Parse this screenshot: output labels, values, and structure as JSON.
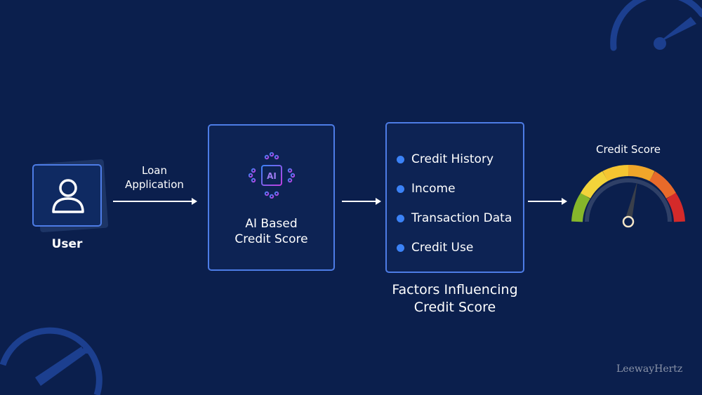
{
  "user": {
    "label": "User",
    "icon": "user-icon"
  },
  "arrow1": {
    "line1": "Loan",
    "line2": "Application"
  },
  "ai_box": {
    "line1": "AI Based",
    "line2": "Credit Score",
    "icon": "ai-chip-icon",
    "chip_text": "AI"
  },
  "factors": {
    "items": [
      "Credit History",
      "Income",
      "Transaction Data",
      "Credit Use"
    ],
    "caption_line1": "Factors Influencing",
    "caption_line2": "Credit Score"
  },
  "gauge": {
    "label": "Credit Score",
    "icon": "credit-score-gauge-icon"
  },
  "watermark": "LeewayHertz",
  "colors": {
    "background": "#0b1f4d",
    "accent": "#4d7ce6",
    "bullet": "#3b82f6"
  }
}
